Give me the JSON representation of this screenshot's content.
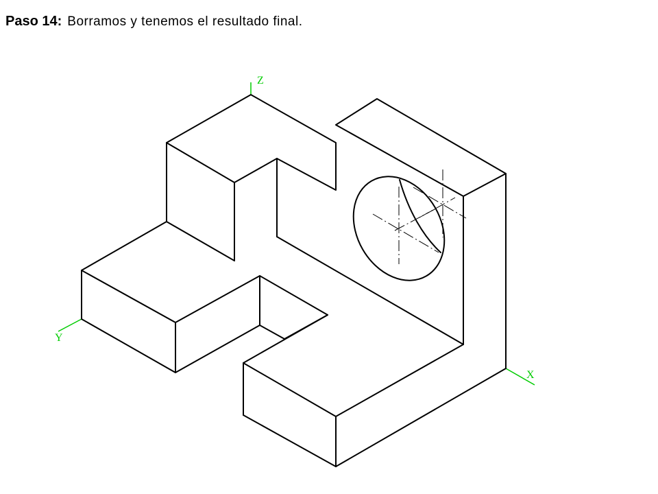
{
  "header": {
    "step_label": "Paso 14:",
    "description": "Borramos y tenemos el resultado final."
  },
  "axes": {
    "color": "#00cc00",
    "z_label": "Z",
    "y_label": "Y",
    "x_label": "X"
  },
  "colors": {
    "line": "#000000",
    "background": "#ffffff"
  }
}
